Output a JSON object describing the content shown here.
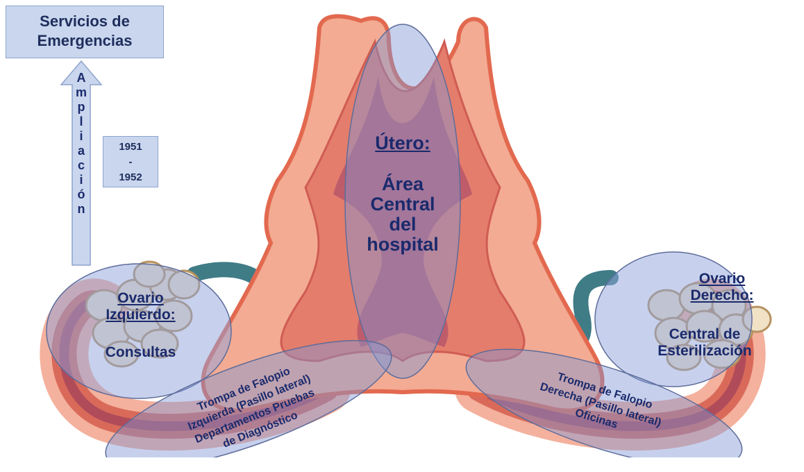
{
  "emergency": {
    "line1": "Servicios de",
    "line2": "Emergencias"
  },
  "expansion": {
    "letters": [
      "A",
      "m",
      "p",
      "l",
      "i",
      "a",
      "c",
      "i",
      "ó",
      "n"
    ]
  },
  "years": {
    "start": "1951",
    "dash": "-",
    "end": "1952"
  },
  "uterus": {
    "title": "Útero:",
    "lines": [
      "Área",
      "Central",
      "del",
      "hospital"
    ]
  },
  "left_ovary": {
    "title1": "Ovario",
    "title2": "Izquierdo:",
    "desc": "Consultas"
  },
  "right_ovary": {
    "title1": "Ovario",
    "title2": "Derecho:",
    "desc1": "Central de",
    "desc2": "Esterilización"
  },
  "left_tube": {
    "lines": [
      "Trompa de Falopio",
      "Izquierda (Pasillo lateral)",
      "Departamentos  Pruebas",
      "de Diagnóstico"
    ]
  },
  "right_tube": {
    "lines": [
      "Trompa de Falopio",
      "Derecha (Pasillo lateral)",
      "Oficinas"
    ]
  },
  "colors": {
    "text_blue": "#1a2a6c",
    "box_fill": "#c9d6ee",
    "tissue_outer": "#f2a58e",
    "tissue_inner": "#e8735c",
    "cavity": "#b8566a",
    "overlay": "#7f96d4"
  }
}
